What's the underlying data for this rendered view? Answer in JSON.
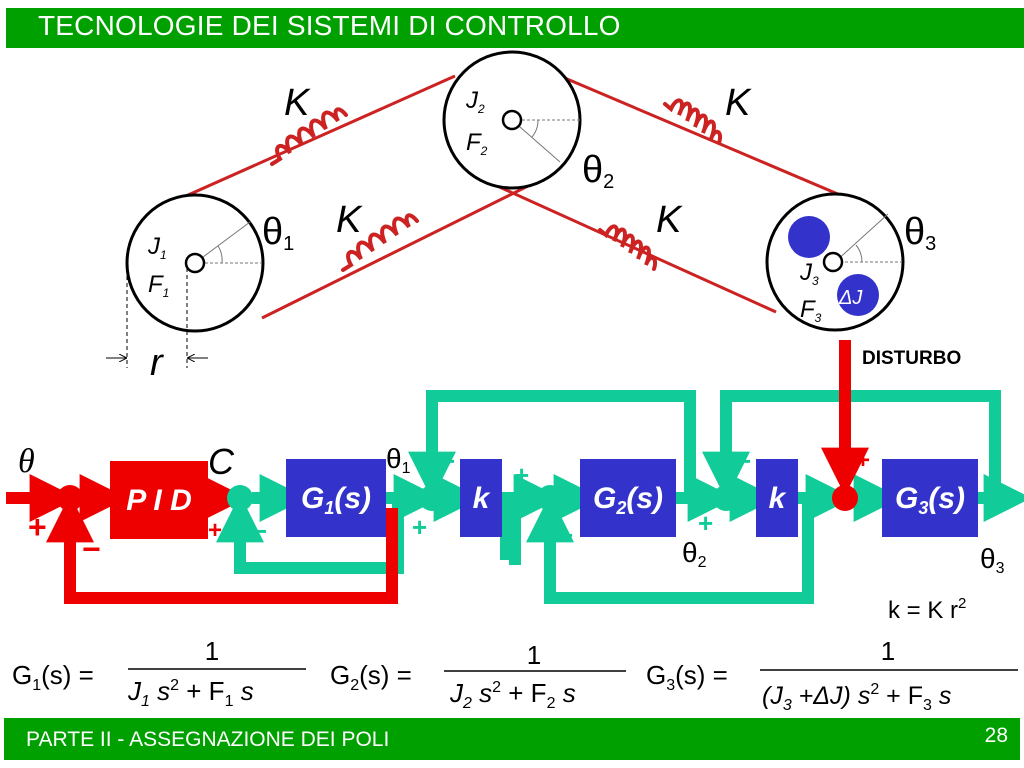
{
  "header": {
    "title": "TECNOLOGIE DEI SISTEMI DI CONTROLLO"
  },
  "footer": {
    "text": "PARTE II - ASSEGNAZIONE DEI POLI",
    "page": "28"
  },
  "mechanical": {
    "spring_label": "K",
    "disk1": {
      "J": "J",
      "J_sub": "1",
      "F": "F",
      "F_sub": "1",
      "theta": "θ",
      "theta_sub": "1"
    },
    "disk2": {
      "J": "J",
      "J_sub": "2",
      "F": "F",
      "F_sub": "2",
      "theta": "θ",
      "theta_sub": "2"
    },
    "disk3": {
      "J": "J",
      "J_sub": "3",
      "F": "F",
      "F_sub": "3",
      "theta": "θ",
      "theta_sub": "3",
      "delta": "ΔJ"
    },
    "radius": "r",
    "disturbance": "DISTURBO"
  },
  "block_diagram": {
    "input": "θ",
    "pid": "P I D",
    "c": "C",
    "g1": "G",
    "g1_sub": "1",
    "g1_arg": "(s)",
    "g2": "G",
    "g2_sub": "2",
    "g2_arg": "(s)",
    "g3": "G",
    "g3_sub": "3",
    "g3_arg": "(s)",
    "k": "k",
    "theta1": "θ",
    "theta1_sub": "1",
    "theta2": "θ",
    "theta2_sub": "2",
    "theta3": "θ",
    "theta3_sub": "3",
    "plus": "+",
    "minus": "−",
    "k_relation": {
      "lhs": "k = K r",
      "exp": "2"
    }
  },
  "equations": {
    "one": "1",
    "g1": {
      "lhs": "G",
      "sub": "1",
      "arg": "(s) =",
      "den_a": "J",
      "den_a_sub": "1",
      "den_b": " s",
      "den_b_exp": "2",
      "den_c": " + F",
      "den_c_sub": "1",
      "den_d": " s"
    },
    "g2": {
      "lhs": "G",
      "sub": "2",
      "arg": "(s) =",
      "den_a": "J",
      "den_a_sub": "2",
      "den_b": " s",
      "den_b_exp": "2",
      "den_c": " + F",
      "den_c_sub": "2",
      "den_d": " s"
    },
    "g3": {
      "lhs": "G",
      "sub": "3",
      "arg": "(s) =",
      "den_a": "(J",
      "den_a_sub": "3",
      "den_b": " +ΔJ) s",
      "den_b_exp": "2",
      "den_c": " + F",
      "den_c_sub": "3",
      "den_d": " s"
    }
  },
  "colors": {
    "green": "#00a000",
    "red": "#ee0000",
    "blue": "#3333cc",
    "teal": "#11cc99",
    "darkred": "#cc2222"
  }
}
